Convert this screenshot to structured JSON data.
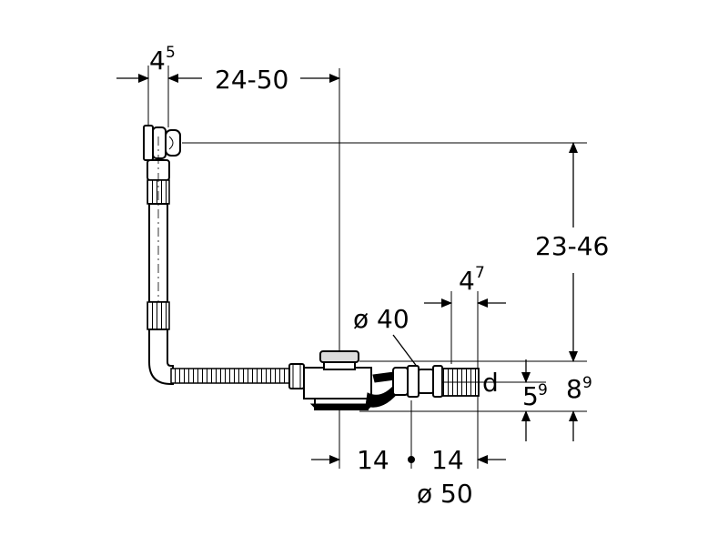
{
  "labels": {
    "overflow_offset": {
      "main": "4",
      "sup": "5"
    },
    "horizontal_range": "24-50",
    "vertical_range": "23-46",
    "waste_diameter": "ø 40",
    "outlet_offset": {
      "main": "4",
      "sup": "7"
    },
    "outlet_label": "d",
    "depth_small": {
      "main": "5",
      "sup": "9"
    },
    "depth_large": {
      "main": "8",
      "sup": "9"
    },
    "left_spacing": "14",
    "right_spacing": "14",
    "outlet_diameter": "ø 50"
  }
}
